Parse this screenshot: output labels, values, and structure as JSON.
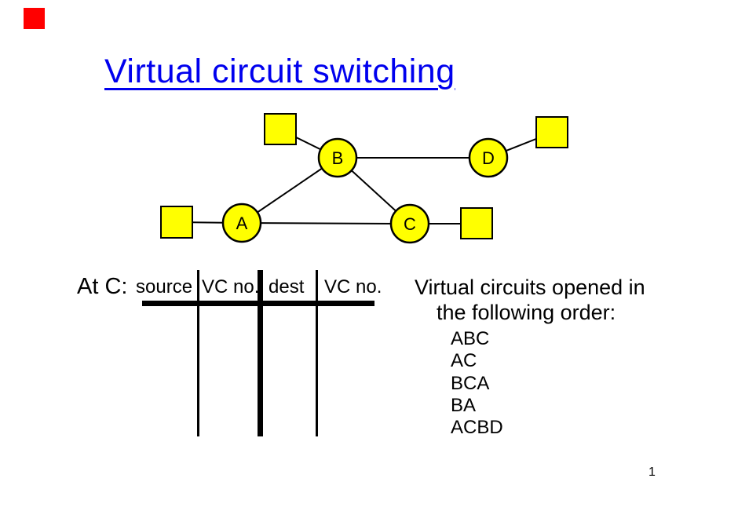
{
  "slide": {
    "title": "Virtual circuit switching",
    "page_number": "1"
  },
  "colors": {
    "title_blue": "#0000ee",
    "shape_yellow": "#ffff00",
    "outline_black": "#000000",
    "corner_red": "#ff0000"
  },
  "diagram": {
    "nodes": [
      {
        "id": "A",
        "label": "A"
      },
      {
        "id": "B",
        "label": "B"
      },
      {
        "id": "C",
        "label": "C"
      },
      {
        "id": "D",
        "label": "D"
      }
    ],
    "hosts": [
      "host-of-B",
      "host-of-D",
      "host-of-A",
      "host-of-C"
    ],
    "links": [
      "hostB-B",
      "B-D",
      "D-hostD",
      "hostA-A",
      "A-B",
      "B-C",
      "A-C",
      "C-hostC"
    ]
  },
  "vc_table": {
    "caption": "At C:",
    "headers": [
      "source",
      "VC no.",
      "dest",
      "VC no."
    ],
    "rows": []
  },
  "notes": {
    "heading_line1": "Virtual circuits opened in",
    "heading_line2": "the following order:",
    "items": [
      "ABC",
      "AC",
      "BCA",
      "BA",
      "ACBD"
    ]
  }
}
